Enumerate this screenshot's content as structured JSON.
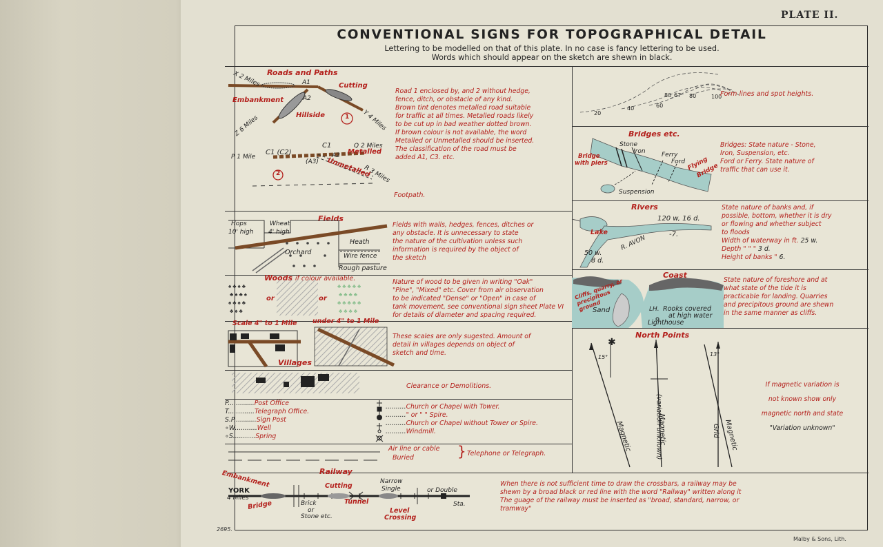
{
  "plate_label": "PLATE II.",
  "title": "CONVENTIONAL SIGNS FOR TOPOGRAPHICAL DETAIL",
  "subtitle1": "Lettering to be modelled on that of this plate. In no case is fancy lettering to be used.",
  "subtitle2": "Words which should appear on the sketch are shewn in black.",
  "roads": {
    "heading": "Roads and Paths",
    "x2": "X 2 Miles",
    "a1": "A1",
    "cutting": "Cutting",
    "embankment": "Embankment",
    "a2": "A2",
    "hillside": "Hillside",
    "y4": "Y 4 Miles",
    "z6": "Z 6 Miles",
    "one": "1",
    "p1": "P 1 Mile",
    "c1c2": "C1 (C2)",
    "c1": "C1",
    "q2": "Q 2 Miles",
    "a2b": "A2",
    "metalled": "Metalled",
    "a3": "(A3)",
    "unmetalled": "Unmetalled",
    "r3": "R 3 Miles",
    "two": "2",
    "text": [
      "Road 1 enclosed by, and 2 without hedge,",
      "fence, ditch, or obstacle of any kind.",
      "Brown tint denotes metalled road suitable",
      "for traffic at all times. Metalled roads likely",
      "to be cut up in bad weather dotted brown.",
      "If brown colour is not available, the word",
      "Metalled or Unmetalled should be inserted.",
      "The classification of the road must be",
      "added A1, C3. etc."
    ],
    "footpath": "Footpath."
  },
  "fields": {
    "heading": "Fields",
    "hops": "Hops",
    "hops_h": "10' high",
    "wheat": "Wheat",
    "wheat_h": "4' high",
    "orchard": "Orchard",
    "heath": "Heath",
    "wirefence": "Wire fence",
    "rough": "Rough pasture",
    "text": [
      "Fields with walls, hedges, fences, ditches or",
      "any obstacle. It is unnecessary to state",
      "the nature of the cultivation unless such",
      "information is required by the object of",
      "the sketch"
    ]
  },
  "woods": {
    "heading": "Woods",
    "heading2": "if colour available.",
    "or1": "or",
    "or2": "or",
    "text": [
      "Nature of wood to be given in writing \"Oak\"",
      "\"Pine\", \"Mixed\" etc. Cover from air observation",
      "to be indicated \"Dense\" or \"Open\" in case of",
      "tank movement, see conventional sign sheet Plate VI",
      "for details of diameter and spacing required."
    ]
  },
  "villages": {
    "scale1": "Scale 4\" to 1 Mile",
    "scale2": "under 4\" to 1 Mile",
    "heading": "Villages",
    "text": [
      "These scales are only sugested. Amount of",
      "detail in villages depends on object of",
      "sketch and time."
    ],
    "clearance": "Clearance or Demolitions."
  },
  "abbrev": {
    "left": [
      [
        "P",
        "Post Office"
      ],
      [
        "T",
        "Telegraph Office."
      ],
      [
        "S.P.",
        "Sign Post"
      ],
      [
        "W",
        "Well"
      ],
      [
        "S",
        "Spring"
      ]
    ],
    "right": [
      "Church or Chapel with Tower.",
      "\"   or   \"   \"   Spire.",
      "Church or Chapel without Tower or Spire.",
      "Windmill."
    ]
  },
  "tele": {
    "air": "Air line or cable",
    "buried": "Buried",
    "label": "Telephone or Telegraph."
  },
  "railway": {
    "heading": "Railway",
    "embankment": "Embankment",
    "york": "YORK",
    "york_m": "4 Miles",
    "bridge": "Bridge",
    "brick": "Brick",
    "or": "or",
    "stone": "Stone etc.",
    "cutting": "Cutting",
    "tunnel": "Tunnel",
    "narrow": "Narrow",
    "single": "Single",
    "ordouble": "or Double",
    "sta": "Sta.",
    "level": "Level",
    "crossing": "Crossing",
    "text": [
      "When there is not sufficient time to draw the crossbars, a railway may be",
      "shewn by a broad black or red line with the word \"Railway\"  written along it",
      "The guage of the railway must be inserted as \"broad, standard, narrow, or",
      "tramway\""
    ]
  },
  "form": {
    "label": "Form lines and spot heights.",
    "h20": "20",
    "h40": "40",
    "h60": "60",
    "h80": "80",
    "h100": "100",
    "h67": "67",
    "h80b": "80"
  },
  "bridges": {
    "heading": "Bridges etc.",
    "stone": "Stone",
    "iron": "Iron",
    "ferry": "Ferry",
    "ford": "Ford",
    "flying": "Flying",
    "bridge": "Bridge",
    "piers1": "Bridge",
    "piers2": "with piers",
    "susp": "Suspension",
    "text": [
      "Bridges: State nature - Stone,",
      "Iron, Suspension, etc.",
      "Ford or Ferry. State nature of",
      "traffic that can use it."
    ]
  },
  "rivers": {
    "heading": "Rivers",
    "lake": "Lake",
    "w120": "120 w, 16 d.",
    "d7": "-7.",
    "w50": "50 w.",
    "d8": "8 d.",
    "avon": "R. AVON",
    "text": [
      "State nature of banks and, if",
      "possible, bottom, whether it is dry",
      "or flowing and whether subject",
      "to floods"
    ],
    "width": "Width of waterway in ft.",
    "width_v": "25 w.",
    "depth": "Depth \"      \"       \"",
    "depth_v": "3 d.",
    "height": "Height of banks   \"",
    "height_v": "6."
  },
  "coast": {
    "heading": "Coast",
    "cliffs": "Cliffs, quarry, or precipitous ground",
    "sand": "Sand",
    "lh": "LH.",
    "rooks": "Rooks covered",
    "high": "at high water",
    "lighthouse": "Lighthouse",
    "text": [
      "State nature of foreshore and at",
      "what state of the tide it is",
      "practicable for landing. Quarries",
      "and precipitous ground are shewn",
      "in the same manner as cliffs."
    ]
  },
  "north": {
    "heading": "North Points",
    "a15": "15°",
    "a13": "13°",
    "magnetic": "Magnetic",
    "variation": "(variation unknown)",
    "magnetic2": "Magnetic",
    "grid": "Grid",
    "magnetic3": "Magnetic",
    "text": [
      "If magnetic variation is",
      "not known show only",
      "magnetic north and state",
      "\"Variation unknown\""
    ]
  },
  "footer": {
    "num": "2695.",
    "lith": "Malby & Sons, Lith."
  },
  "colors": {
    "red": "#b3201c",
    "brown": "#7a4a26",
    "water": "#a6cdc8"
  }
}
